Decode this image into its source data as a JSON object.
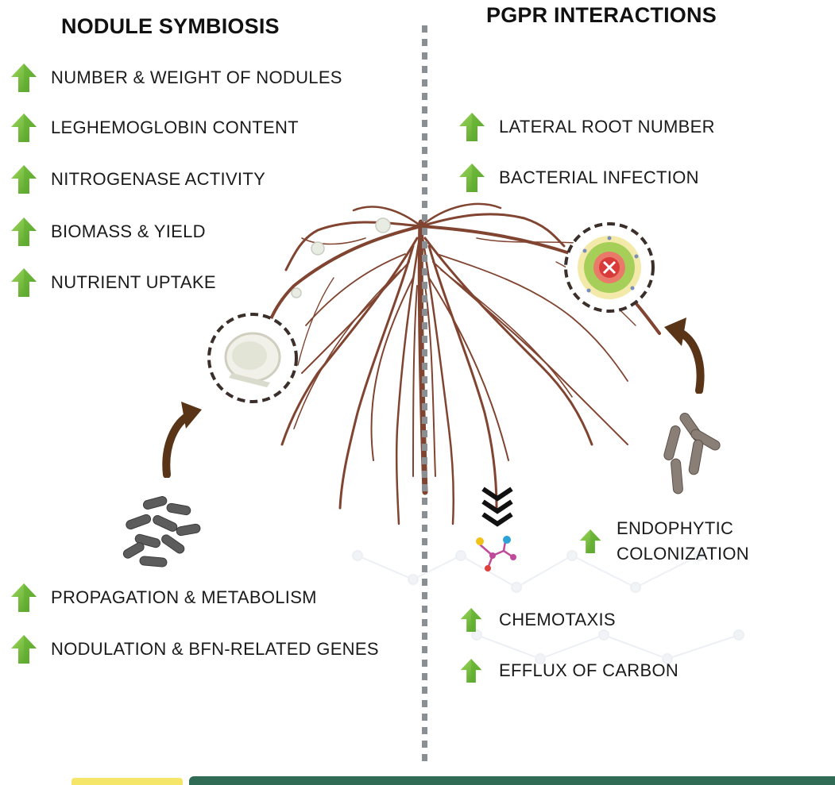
{
  "left": {
    "heading": "NODULE SYMBIOSIS",
    "top_items": [
      "NUMBER & WEIGHT OF NODULES",
      "LEGHEMOGLOBIN CONTENT",
      "NITROGENASE ACTIVITY",
      "BIOMASS & YIELD",
      "NUTRIENT UPTAKE"
    ],
    "bottom_items": [
      "PROPAGATION & METABOLISM",
      "NODULATION & BFN-RELATED GENES"
    ]
  },
  "right": {
    "heading": "PGPR INTERACTIONS",
    "top_items": [
      "LATERAL ROOT NUMBER",
      "BACTERIAL INFECTION"
    ],
    "endophytic": [
      "ENDOPHYTIC",
      "COLONIZATION"
    ],
    "bottom_items": [
      "CHEMOTAXIS",
      "EFFLUX OF CARBON"
    ]
  },
  "colors": {
    "up_arrow": "#7cc242",
    "up_arrow_dark": "#4e9a25",
    "root": "#7a3b27",
    "curved_arrow": "#5a3416",
    "bacteria": "#5c5c5c",
    "divider": "#8a8f93"
  },
  "icons": [
    "up-arrow-icon",
    "curved-arrow-icon",
    "nodule-icon",
    "colony-icon",
    "bacteria-icon",
    "molecule-icon",
    "chevron-down-icon"
  ]
}
